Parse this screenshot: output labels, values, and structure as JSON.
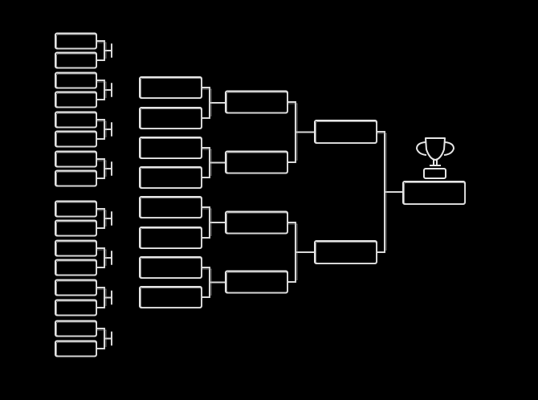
{
  "bracket": {
    "rounds": [
      {
        "round": 1,
        "slots": 16
      },
      {
        "round": 2,
        "slots": 8
      },
      {
        "round": 3,
        "slots": 4
      },
      {
        "round": 4,
        "slots": 2
      },
      {
        "round": 5,
        "slots": 1
      }
    ],
    "champion_icon": "trophy-icon",
    "colors": {
      "background": "#000000",
      "stroke": "#e6e6e6"
    }
  }
}
